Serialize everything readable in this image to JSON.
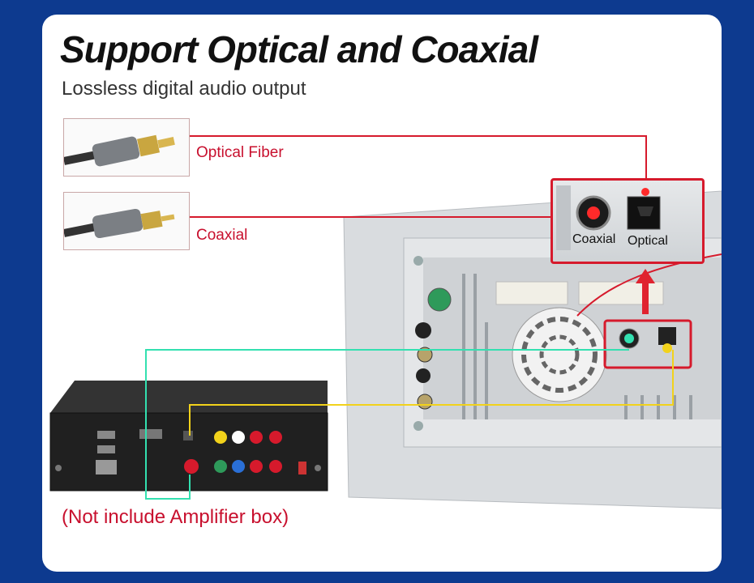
{
  "header": {
    "title": "Support Optical and Coaxial",
    "subtitle": "Lossless digital audio output"
  },
  "cables": [
    {
      "label": "Optical Fiber"
    },
    {
      "label": "Coaxial"
    }
  ],
  "inset": {
    "coaxial_label": "Coaxial",
    "optical_label": "Optical"
  },
  "note": "(Not include Amplifier box)",
  "colors": {
    "background": "#0d3a8f",
    "accent_red": "#d61a2c",
    "line_green": "#33e0b0",
    "line_yellow": "#f2d21b"
  }
}
